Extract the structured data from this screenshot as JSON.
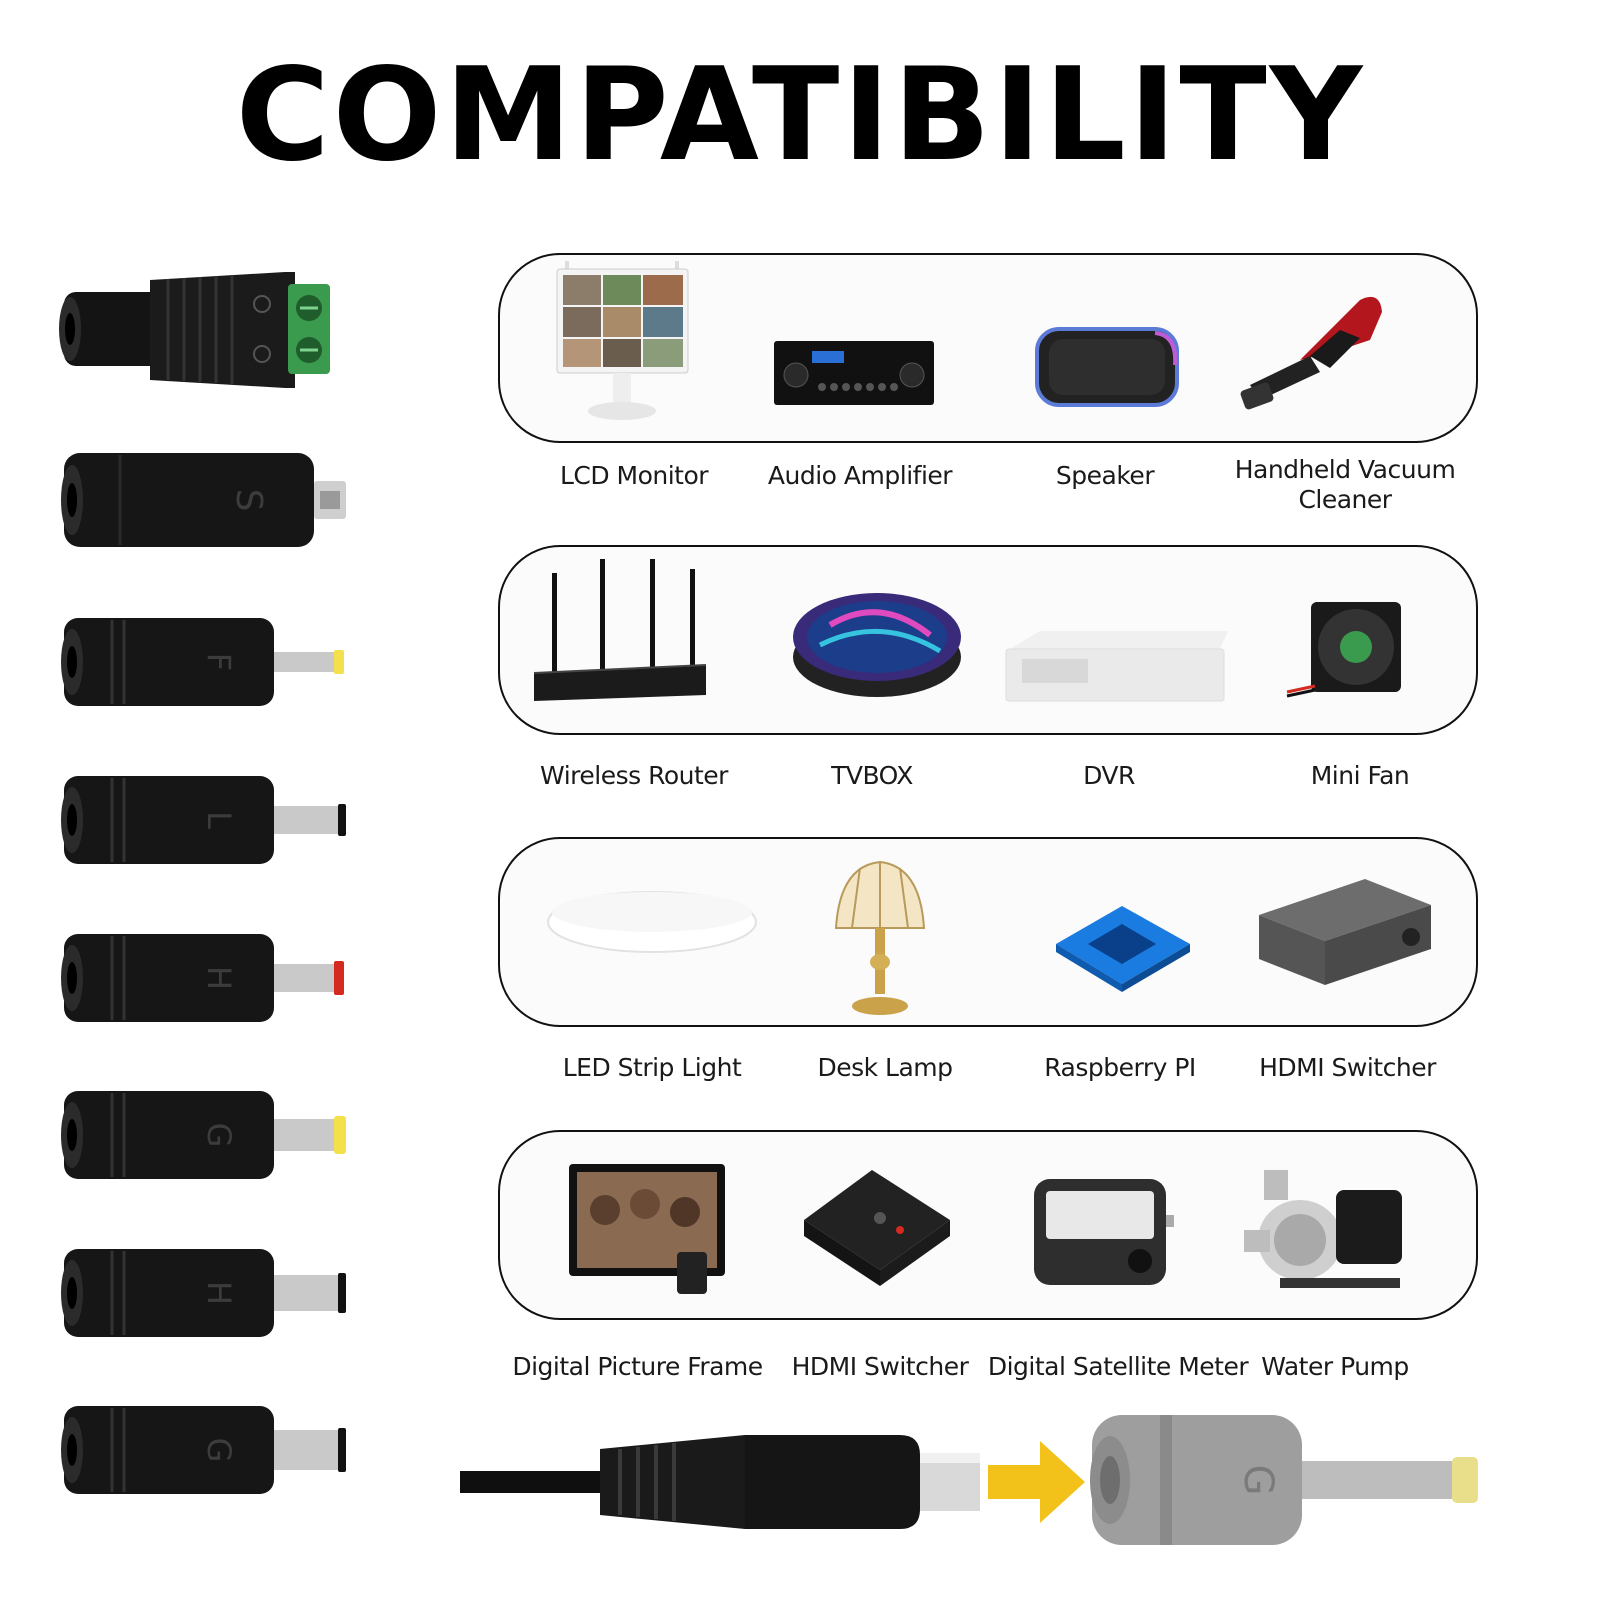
{
  "title": "COMPATIBILITY",
  "rows": [
    {
      "labels": [
        "LCD Monitor",
        "Audio Amplifier",
        "Speaker",
        "Handheld Vacuum Cleaner"
      ]
    },
    {
      "labels": [
        "Wireless Router",
        "TVBOX",
        "DVR",
        "Mini Fan"
      ]
    },
    {
      "labels": [
        "LED Strip Light",
        "Desk Lamp",
        "Raspberry PI",
        "HDMI Switcher"
      ]
    },
    {
      "labels": [
        "Digital Picture Frame",
        "HDMI Switcher",
        "Digital Satellite Meter",
        "Water Pump"
      ]
    }
  ],
  "tip_letters": [
    "S",
    "F",
    "L",
    "H",
    "G",
    "H",
    "G"
  ],
  "demo_tip_letter": "G",
  "colors": {
    "title": "#000000",
    "panel_border": "#111111",
    "arrow": "#f2c21b",
    "terminal_green": "#3a9a4e",
    "tip_yellow": "#f3e04a",
    "tip_red": "#d42a20"
  }
}
